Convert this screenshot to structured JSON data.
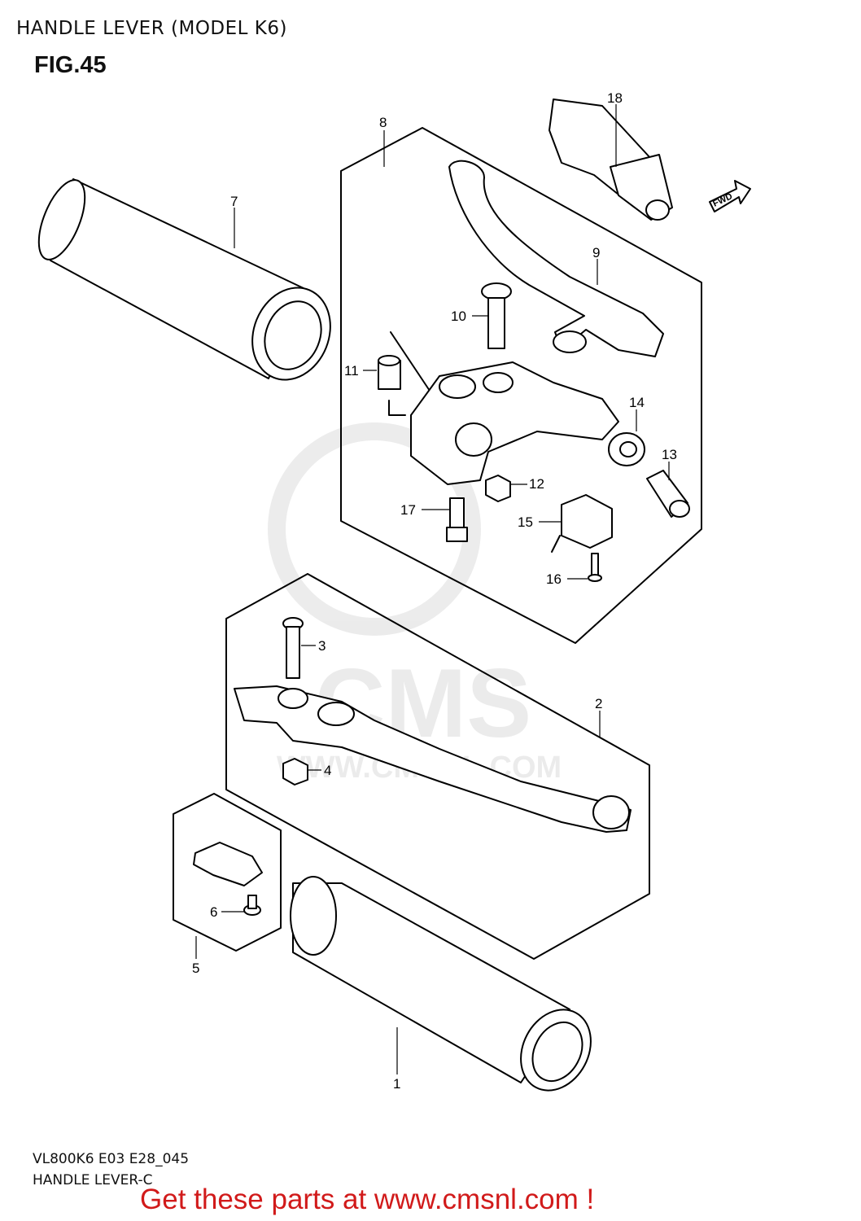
{
  "header": {
    "title": "HANDLE LEVER (MODEL K6)",
    "figure": "FIG.45"
  },
  "callouts": [
    "18",
    "8",
    "7",
    "9",
    "10",
    "11",
    "14",
    "13",
    "12",
    "17",
    "15",
    "16",
    "3",
    "2",
    "4",
    "6",
    "5",
    "1"
  ],
  "badge": {
    "fwd": "FWD"
  },
  "watermark": {
    "brand": "CMS",
    "url": "WWW.CMSNL.COM"
  },
  "footer": {
    "code": "VL800K6 E03 E28_045",
    "name": "HANDLE LEVER-C"
  },
  "promo": {
    "text": "Get these parts at www.cmsnl.com !",
    "color": "#d11a1a"
  }
}
